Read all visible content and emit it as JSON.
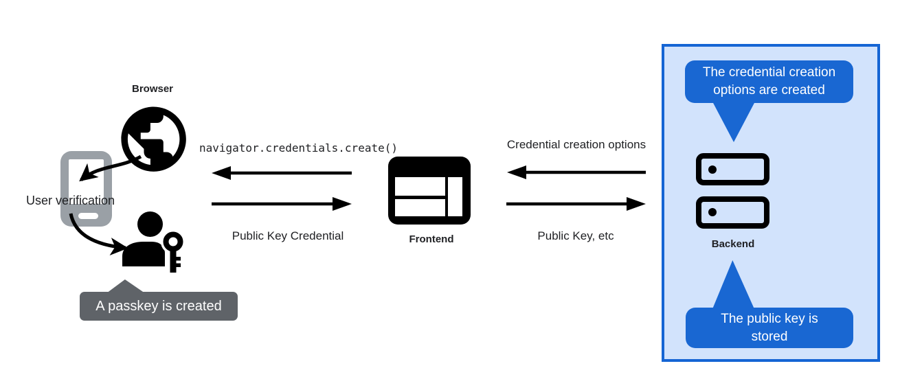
{
  "diagram": {
    "nodes": {
      "browser": {
        "label": "Browser"
      },
      "authenticator": {
        "label": "User verification"
      },
      "frontend": {
        "label": "Frontend"
      },
      "backend": {
        "label": "Backend"
      }
    },
    "flows": {
      "frontend_to_browser": "navigator.credentials.create()",
      "browser_to_frontend": "Public Key Credential",
      "backend_to_frontend": "Credential creation options",
      "frontend_to_backend": "Public Key, etc"
    },
    "callouts": {
      "passkey_created": "A passkey is created",
      "options_created_lines": [
        "The credential creation",
        "options are created"
      ],
      "key_stored_lines": [
        "The public key is",
        "stored"
      ]
    },
    "icons": [
      "globe-icon",
      "smartphone-icon",
      "user-key-icon",
      "frontend-window-icon",
      "backend-server-icon"
    ],
    "colors": {
      "callout_blue": "#1967D2",
      "panel_fill": "#D2E3FC",
      "panel_border": "#1565D4",
      "tooltip_gray": "#5F6368",
      "phone_gray": "#9AA0A6",
      "ink": "#000000"
    }
  }
}
